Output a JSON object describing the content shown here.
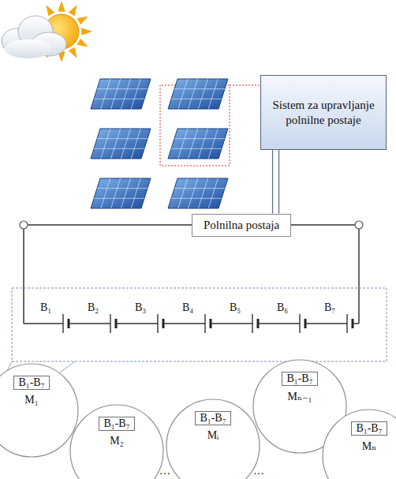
{
  "diagram": {
    "nodes": [
      {
        "text": [
          "Sistem za upravljanje polnilne postaje"
        ]
      },
      {
        "text": [
          "Polnilna postaja"
        ]
      },
      {
        "text": [
          "M₁"
        ]
      },
      {
        "text": [
          "B₁-B₇"
        ],
        "in": 2
      },
      {
        "text": [
          "M₂"
        ]
      },
      {
        "text": [
          "B₁-B₇"
        ],
        "in": 4
      },
      {
        "text": [
          "Mᵢ"
        ]
      },
      {
        "text": [
          "B₁-B₇"
        ],
        "in": 6
      },
      {
        "text": [
          "Mₙ₋₁"
        ]
      },
      {
        "text": [
          "B₁-B₇"
        ],
        "in": 8
      },
      {
        "text": [
          "Mₙ"
        ]
      },
      {
        "text": [
          "B₁-B₇"
        ],
        "in": 10
      }
    ],
    "edges": [
      {
        "from": 0,
        "to": 1,
        "arrow": "none"
      }
    ],
    "labels": [
      "B₁",
      "B₂",
      "B₃",
      "B₄",
      "B₅",
      "B₆",
      "B₇",
      "…",
      "…"
    ]
  }
}
